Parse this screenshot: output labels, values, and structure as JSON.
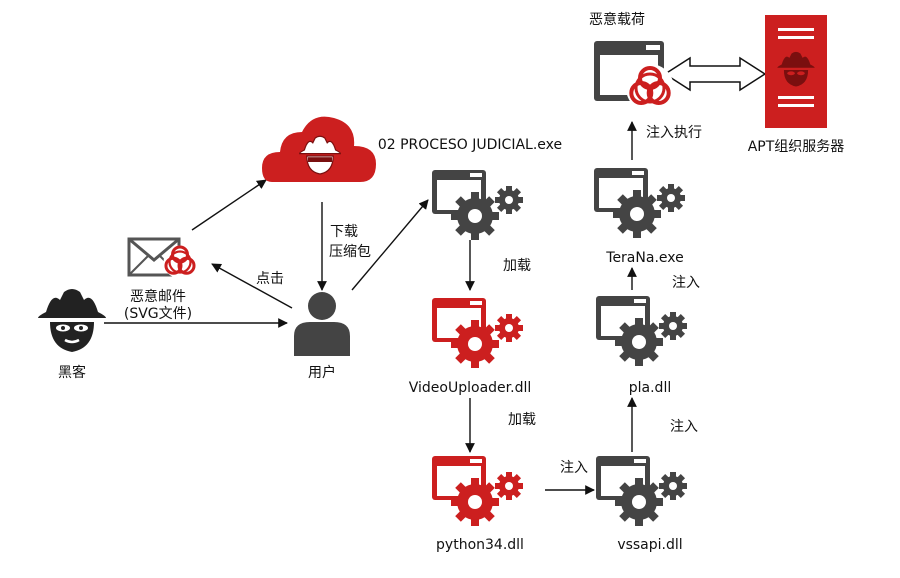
{
  "labels": {
    "hacker": "黑客",
    "email_line1": "恶意邮件",
    "email_line2": "(SVG文件)",
    "click": "点击",
    "user": "用户",
    "download_line1": "下载",
    "download_line2": "压缩包",
    "exe": "02 PROCESO JUDICIAL.exe",
    "load1": "加载",
    "videouploader": "VideoUploader.dll",
    "load2": "加载",
    "python": "python34.dll",
    "inject1": "注入",
    "vssapi": "vssapi.dll",
    "inject2": "注入",
    "pla": "pla.dll",
    "inject3": "注入",
    "terana": "TeraNa.exe",
    "inject_exec": "注入执行",
    "payload": "恶意载荷",
    "apt_server": "APT组织服务器"
  },
  "colors": {
    "red": "#cc1f1f",
    "dark": "#444444",
    "line": "#111111",
    "white": "#ffffff"
  },
  "icons": {
    "hacker": "spy-icon",
    "email": "biohazard-mail-icon",
    "cloud": "cloud-hacker-icon",
    "user": "user-icon",
    "app": "app-gear-icon",
    "server": "server-icon",
    "biohazard": "biohazard-icon"
  }
}
